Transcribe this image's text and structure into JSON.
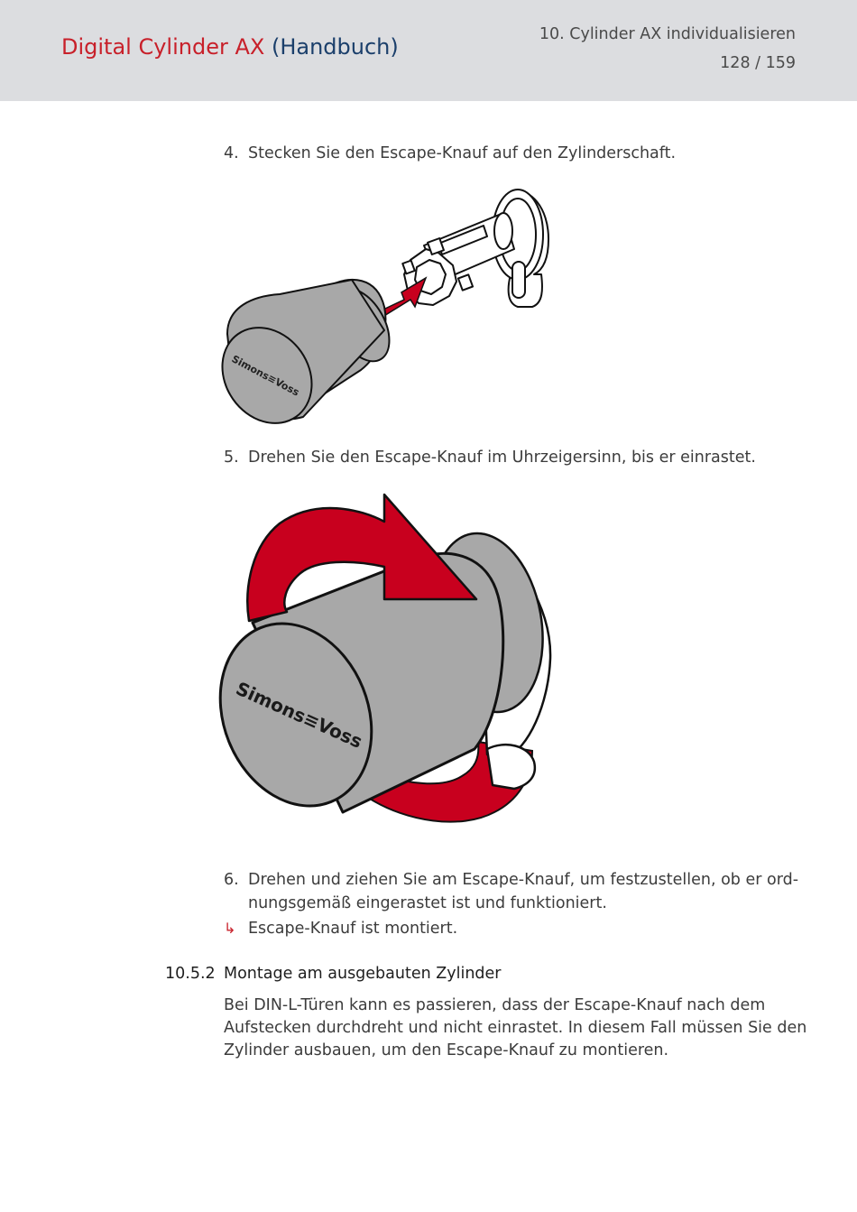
{
  "header": {
    "title_main": "Digital Cylinder AX",
    "title_sub": "(Handbuch)",
    "chapter": "10. Cylinder AX individualisieren",
    "page": "128 / 159"
  },
  "steps": [
    {
      "num": "4.",
      "text": "Stecken Sie den Escape-Knauf auf den Zylinderschaft."
    },
    {
      "num": "5.",
      "text": "Drehen Sie den Escape-Knauf im Uhrzeigersinn, bis er einrastet."
    },
    {
      "num": "6.",
      "text_line1": "Drehen und ziehen Sie am Escape-Knauf, um festzustellen, ob er ord-",
      "text_line2": "nungsgemäß eingerastet ist und funktioniert."
    }
  ],
  "result": {
    "arrow": "↳",
    "text": "Escape-Knauf ist montiert."
  },
  "section": {
    "number": "10.5.2",
    "title": "Montage am ausgebauten Zylinder",
    "lines": [
      "Bei DIN-L-Türen kann es passieren, dass der Escape-Knauf nach dem",
      "Aufstecken durchdreht und nicht einrastet. In diesem Fall müssen Sie den",
      "Zylinder ausbauen, um den Escape-Knauf zu montieren."
    ]
  },
  "figures": {
    "brand_logo": "Simons≡Voss",
    "accent_color": "#c8001e",
    "knob_color": "#a8a8a8"
  }
}
